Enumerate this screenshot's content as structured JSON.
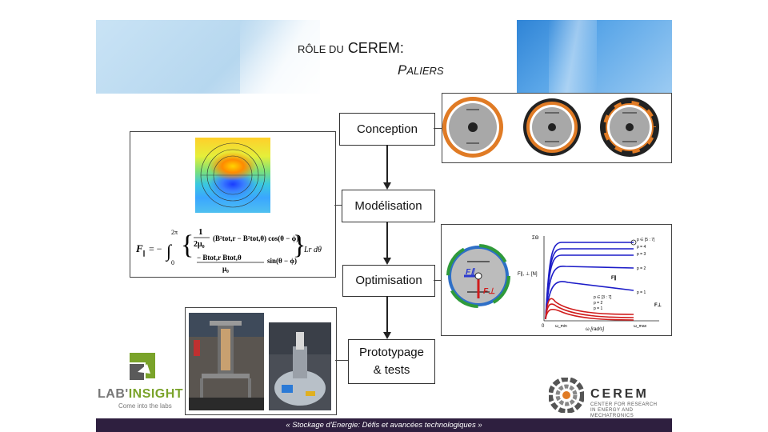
{
  "title": {
    "line1_small": "RÔLE DU",
    "line1_big": "CEREM:",
    "line2_cap": "P",
    "line2_rest": "ALIERS"
  },
  "flow": {
    "steps": [
      "Conception",
      "Modélisation",
      "Optimisation"
    ],
    "last_step_line1": "Prototypage",
    "last_step_line2": "& tests"
  },
  "formula": {
    "lhs": "F",
    "lhs_sub": "∥",
    "equals": "= −",
    "integral_upper": "2π",
    "integral_lower": "0",
    "num1": "1",
    "den1": "2μ₀",
    "term1": "(B²tot,r − B²tot,θ) cos(θ − ϕ)",
    "term2": "− Btot,r Btot,θ",
    "den2": "μ₀",
    "term2b": "sin(θ − ϕ)",
    "tail": "Lr dθ"
  },
  "plot": {
    "y_top": "ΣΘ",
    "y_label": "F∥, ⊥ [N]",
    "x_label": "ω [rad/s]",
    "x_ticks": [
      "0",
      "ω_min",
      "ω_max"
    ],
    "curve_labels_top": [
      "p ∈ [5 : 7]",
      "p = 4",
      "p = 3",
      "p = 2",
      "p = 1"
    ],
    "curve_labels_bottom": [
      "p ∈ [3 : 7]",
      "p = 2",
      "p = 1"
    ],
    "f_par": "F∥",
    "f_perp": "F⊥"
  },
  "inset": {
    "f_par": "F∥",
    "f_perp": "F⊥"
  },
  "logos": {
    "lab_part1": "LAB'",
    "lab_part2": "INSIGHT",
    "lab_tagline": "Come into the labs",
    "cerem_name": "CEREM",
    "cerem_sub1": "CENTER FOR RESEARCH",
    "cerem_sub2": "IN ENERGY AND MECHATRONICS"
  },
  "footer": "« Stockage d'Energie: Défis et avancées technologiques »",
  "colors": {
    "orange": "#e07b25",
    "footer_bg": "#2e1f3f",
    "lab_green": "#7aa32a"
  }
}
